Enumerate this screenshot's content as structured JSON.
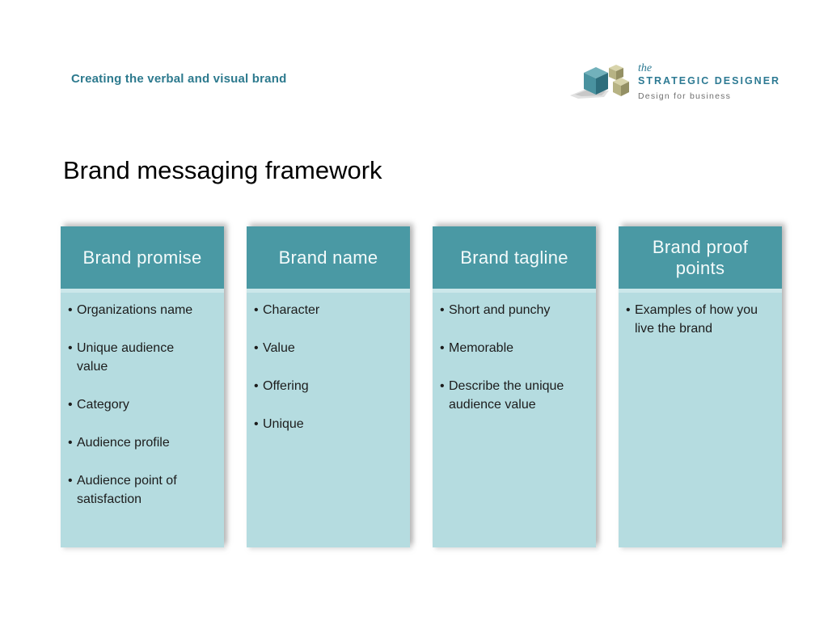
{
  "slide_header": {
    "label": "Creating the verbal and visual brand"
  },
  "logo": {
    "word_the": "the",
    "brand_name": "STRATEGIC DESIGNER",
    "tagline": "Design for business",
    "cubes_icon": "three-3d-cubes-with-shadow"
  },
  "title": "Brand messaging framework",
  "columns": [
    {
      "heading": "Brand promise",
      "bullets": [
        "Organizations name",
        "Unique audience value",
        "Category",
        "Audience profile",
        "Audience point of satisfaction"
      ]
    },
    {
      "heading": "Brand name",
      "bullets": [
        "Character",
        "Value",
        "Offering",
        "Unique"
      ]
    },
    {
      "heading": "Brand tagline",
      "bullets": [
        "Short and punchy",
        "Memorable",
        "Describe the unique audience value"
      ]
    },
    {
      "heading": "Brand proof points",
      "bullets": [
        "Examples of how you live the brand"
      ]
    }
  ],
  "colors": {
    "accent_teal": "#2d7a8e",
    "header_box_teal": "#4a99a4",
    "body_light_blue": "#b5dce0",
    "body_top_strip": "#cbe7ea",
    "logo_teal": "#2d7a93",
    "logo_gray": "#6f6f6f",
    "cube_khaki": "#b7b384"
  }
}
